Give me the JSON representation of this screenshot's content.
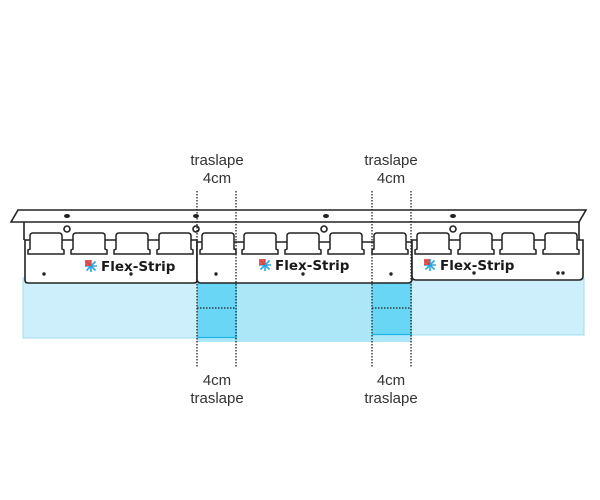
{
  "diagram": {
    "title": "Flex-Strip overlap installation",
    "brand_label": "Flex-Strip",
    "panel_count": 3,
    "clips_per_panel": 4,
    "overlaps": [
      {
        "top_label_line1": "traslape",
        "top_label_line2": "4cm",
        "bottom_label_line1": "4cm",
        "bottom_label_line2": "traslape"
      },
      {
        "top_label_line1": "traslape",
        "top_label_line2": "4cm",
        "bottom_label_line1": "4cm",
        "bottom_label_line2": "traslape"
      }
    ],
    "colors": {
      "outline": "#222222",
      "strip_light": "#cdeffc",
      "strip_mid": "#ace7f8",
      "overlap": "#6ad6f5",
      "strip_edge": "#9fdcf2",
      "logo_red": "#e53935",
      "logo_blue": "#29a8e0",
      "label_text": "#333333"
    }
  }
}
